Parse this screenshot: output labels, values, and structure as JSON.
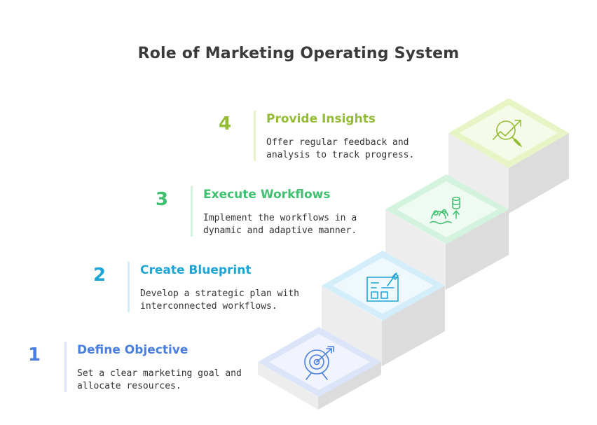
{
  "title": "Role of Marketing Operating System",
  "steps": [
    {
      "number": "1",
      "heading": "Define Objective",
      "description": "Set a clear marketing goal and allocate resources.",
      "icon": "target-icon",
      "color": "#4a7fde",
      "fill": "#f1f4fd",
      "rim": "#dbe4f8"
    },
    {
      "number": "2",
      "heading": "Create Blueprint",
      "description": "Develop a strategic plan with interconnected workflows.",
      "icon": "blueprint-icon",
      "color": "#1fa5d4",
      "fill": "#eef8fd",
      "rim": "#d3eefa"
    },
    {
      "number": "3",
      "heading": "Execute Workflows",
      "description": "Implement the workflows in a dynamic and adaptive manner.",
      "icon": "workflow-icon",
      "color": "#3fbf6f",
      "fill": "#eefaf2",
      "rim": "#d4f3de"
    },
    {
      "number": "4",
      "heading": "Provide Insights",
      "description": "Offer regular feedback and analysis to track progress.",
      "icon": "insights-icon",
      "color": "#93bd34",
      "fill": "#f6fbe9",
      "rim": "#e7f5c6"
    }
  ]
}
